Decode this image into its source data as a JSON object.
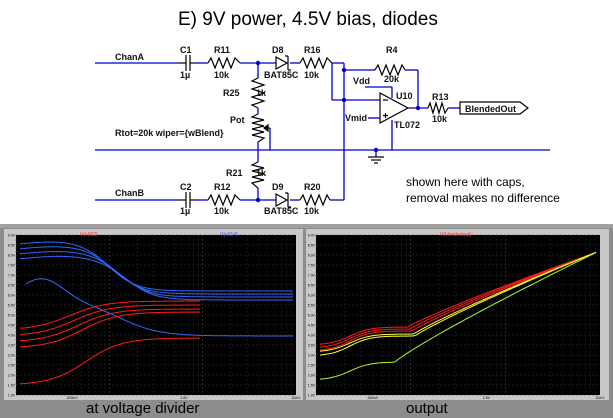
{
  "title": "E) 9V power, 4.5V bias, diodes",
  "note_lines": [
    "shown here with caps,",
    "removal makes no difference"
  ],
  "net_labels": {
    "chan_a": "ChanA",
    "chan_b": "ChanB",
    "vdd": "Vdd",
    "vmid": "Vmid",
    "output": "BlendedOut"
  },
  "components": {
    "c1_ref": "C1",
    "c1_val": "1µ",
    "r11_ref": "R11",
    "r11_val": "10k",
    "d8_ref": "D8",
    "d8_val": "BAT85C",
    "r16_ref": "R16",
    "r16_val": "10k",
    "r4_ref": "R4",
    "r4_val": "20k",
    "r25_ref": "R25",
    "r25_val": "1k",
    "pot_ref": "Pot",
    "pot_val": "Rtot=20k wiper={wBlend}",
    "u10_ref": "U10",
    "u10_val": "TL072",
    "r13_ref": "R13",
    "r13_val": "10k",
    "r21_ref": "R21",
    "r21_val": "1k",
    "c2_ref": "C2",
    "c2_val": "1µ",
    "r12_ref": "R12",
    "r12_val": "10k",
    "d9_ref": "D9",
    "d9_val": "BAT85C",
    "r20_ref": "R20",
    "r20_val": "10k"
  },
  "plots": [
    {
      "caption": "at voltage divider",
      "trace_labels": [
        {
          "text": "V(n002)",
          "color": "#ff3333"
        },
        {
          "text": "V(n014)",
          "color": "#3355ff"
        }
      ],
      "y_ticks": [
        "9.0V",
        "8.5V",
        "8.0V",
        "7.5V",
        "7.0V",
        "6.5V",
        "6.0V",
        "5.5V",
        "5.0V",
        "4.5V",
        "4.0V",
        "3.5V",
        "3.0V",
        "2.5V",
        "2.0V",
        "1.5V",
        "1.0V"
      ],
      "x_ticks": [
        "",
        "100mV",
        "",
        "1.5V",
        "",
        "10mV"
      ]
    },
    {
      "caption": "output",
      "trace_labels": [
        {
          "text": "V(blendedout)",
          "color": "#ff3333"
        }
      ],
      "y_ticks": [
        "9.0V",
        "8.5V",
        "8.0V",
        "7.5V",
        "7.0V",
        "6.5V",
        "6.0V",
        "5.5V",
        "5.0V",
        "4.5V",
        "4.0V",
        "3.5V",
        "3.0V",
        "2.5V",
        "2.0V",
        "1.5V",
        "1.0V"
      ],
      "x_ticks": [
        "",
        "100mV",
        "",
        "1.5V",
        "",
        "10mV"
      ]
    }
  ],
  "colors": {
    "wire": "#0000cc",
    "component": "#000000",
    "plot_bg": "#000000",
    "panel_bg": "#8c8c8c",
    "trace_red": "#ff1a1a",
    "trace_blue": "#3366ff",
    "trace_yellow": "#ffff33",
    "trace_green": "#aaff33"
  }
}
